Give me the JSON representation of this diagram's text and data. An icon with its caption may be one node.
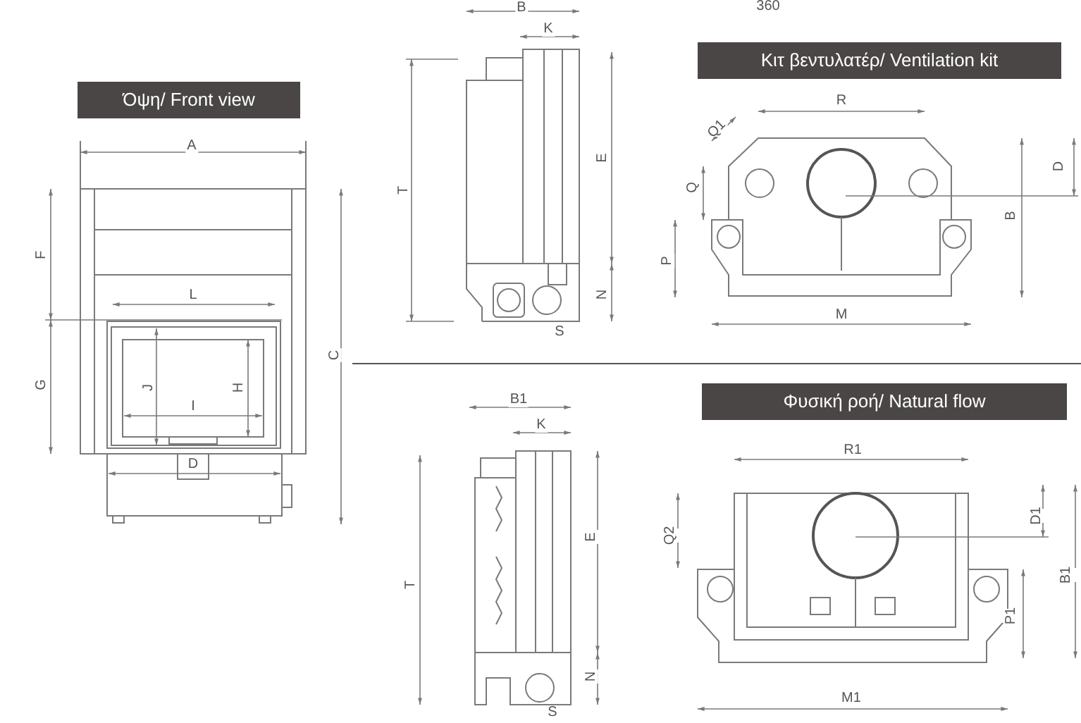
{
  "diagram": {
    "nodes": [
      {
        "text": [
          "Όψη/ Front view"
        ]
      },
      {
        "text": [
          "Κιτ βεντυλατέρ/ Ventilation kit"
        ]
      },
      {
        "text": [
          "Φυσική ροή/ Natural flow"
        ]
      }
    ],
    "labels": [
      "360",
      "A",
      "F",
      "L",
      "G",
      "J",
      "H",
      "I",
      "C",
      "D",
      "B",
      "K",
      "T",
      "E",
      "N",
      "S",
      "R",
      "Q1",
      "D",
      "Q",
      "B",
      "P",
      "M",
      "B1",
      "K",
      "T",
      "E",
      "N",
      "S",
      "R1",
      "D1",
      "Q2",
      "B1",
      "P1",
      "M1"
    ]
  }
}
